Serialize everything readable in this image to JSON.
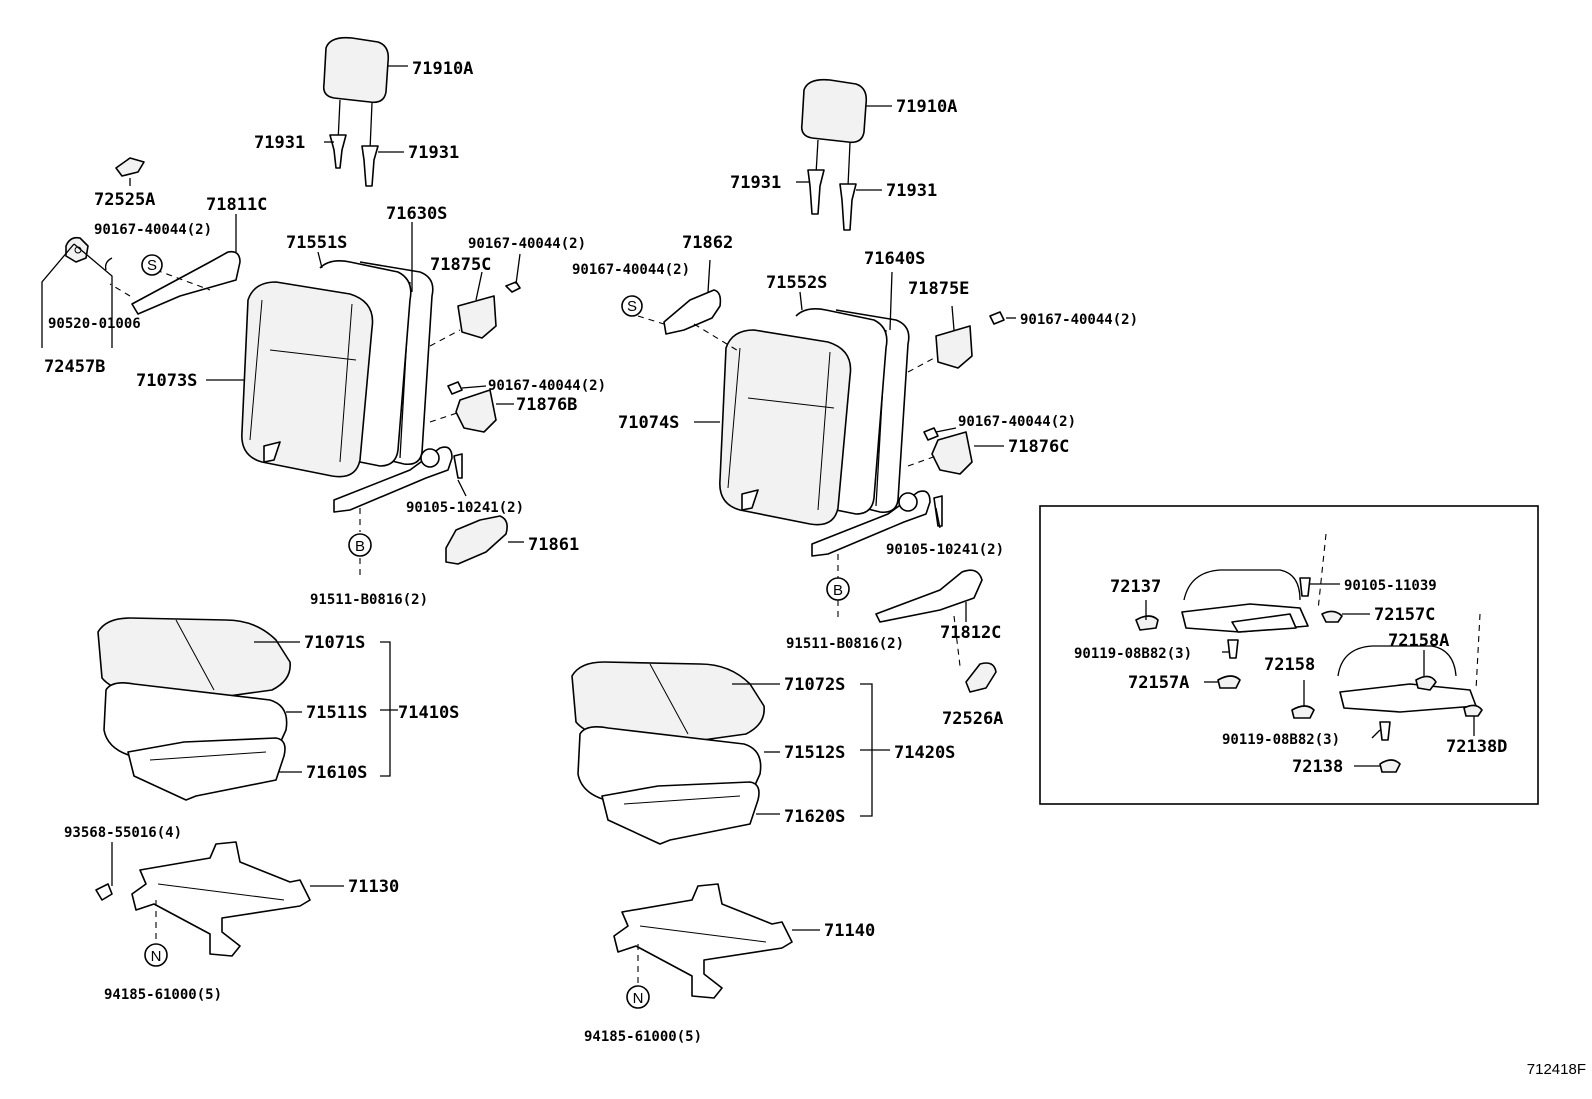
{
  "labels": {
    "l_71910A_1": "71910A",
    "l_71931_1": "71931",
    "l_71931_2": "71931",
    "l_72525A": "72525A",
    "l_71811C": "71811C",
    "l_90167_1": "90167-40044(2)",
    "l_71630S": "71630S",
    "l_71551S": "71551S",
    "l_90167_2": "90167-40044(2)",
    "l_71875C": "71875C",
    "l_90520": "90520-01006",
    "l_72457B": "72457B",
    "l_71073S": "71073S",
    "l_90167_3": "90167-40044(2)",
    "l_71876B": "71876B",
    "l_90105_1": "90105-10241(2)",
    "l_71861": "71861",
    "l_91511_1": "91511-B0816(2)",
    "l_71071S": "71071S",
    "l_71511S": "71511S",
    "l_71410S": "71410S",
    "l_71610S": "71610S",
    "l_93568": "93568-55016(4)",
    "l_71130": "71130",
    "l_94185_1": "94185-61000(5)",
    "l_71910A_2": "71910A",
    "l_71931_3": "71931",
    "l_71931_4": "71931",
    "l_71862": "71862",
    "l_90167_4": "90167-40044(2)",
    "l_71640S": "71640S",
    "l_71552S": "71552S",
    "l_71875E": "71875E",
    "l_90167_5": "90167-40044(2)",
    "l_71074S": "71074S",
    "l_90167_6": "90167-40044(2)",
    "l_71876C": "71876C",
    "l_90105_2": "90105-10241(2)",
    "l_91511_2": "91511-B0816(2)",
    "l_71812C": "71812C",
    "l_72526A": "72526A",
    "l_71072S": "71072S",
    "l_71512S": "71512S",
    "l_71420S": "71420S",
    "l_71620S": "71620S",
    "l_71140": "71140",
    "l_94185_2": "94185-61000(5)",
    "l_72137": "72137",
    "l_90105_11039": "90105-11039",
    "l_72157C": "72157C",
    "l_90119_1": "90119-08B82(3)",
    "l_72158A": "72158A",
    "l_72158": "72158",
    "l_72157A": "72157A",
    "l_90119_2": "90119-08B82(3)",
    "l_72138D": "72138D",
    "l_72138": "72138"
  },
  "callouts": {
    "S": "S",
    "B": "B",
    "N": "N"
  },
  "diagram_code": "712418F"
}
